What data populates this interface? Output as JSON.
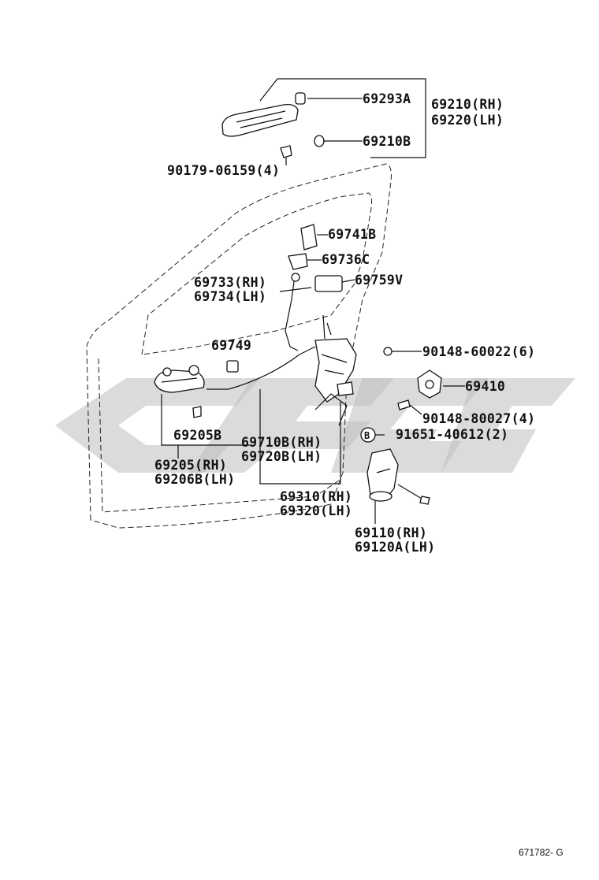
{
  "diagram": {
    "labels": {
      "p69293a": "69293A",
      "p69210_rh": "69210(RH)",
      "p69220_lh": "69220(LH)",
      "p69210b": "69210B",
      "p90179": "90179-06159(4)",
      "p69741b": "69741B",
      "p69736c": "69736C",
      "p69733_rh": "69733(RH)",
      "p69734_lh": "69734(LH)",
      "p69759v": "69759V",
      "p69749": "69749",
      "p90148_60022": "90148-60022(6)",
      "p69410": "69410",
      "p90148_80027": "90148-80027(4)",
      "p91651": "91651-40612(2)",
      "b_marker": "B",
      "p69205b": "69205B",
      "p69710b_rh": "69710B(RH)",
      "p69720b_lh": "69720B(LH)",
      "p69205_rh": "69205(RH)",
      "p69206b_lh": "69206B(LH)",
      "p69310_rh": "69310(RH)",
      "p69320_lh": "69320(LH)",
      "p69110_rh": "69110(RH)",
      "p69120a_lh": "69120A(LH)"
    },
    "reference": "671782- G"
  }
}
